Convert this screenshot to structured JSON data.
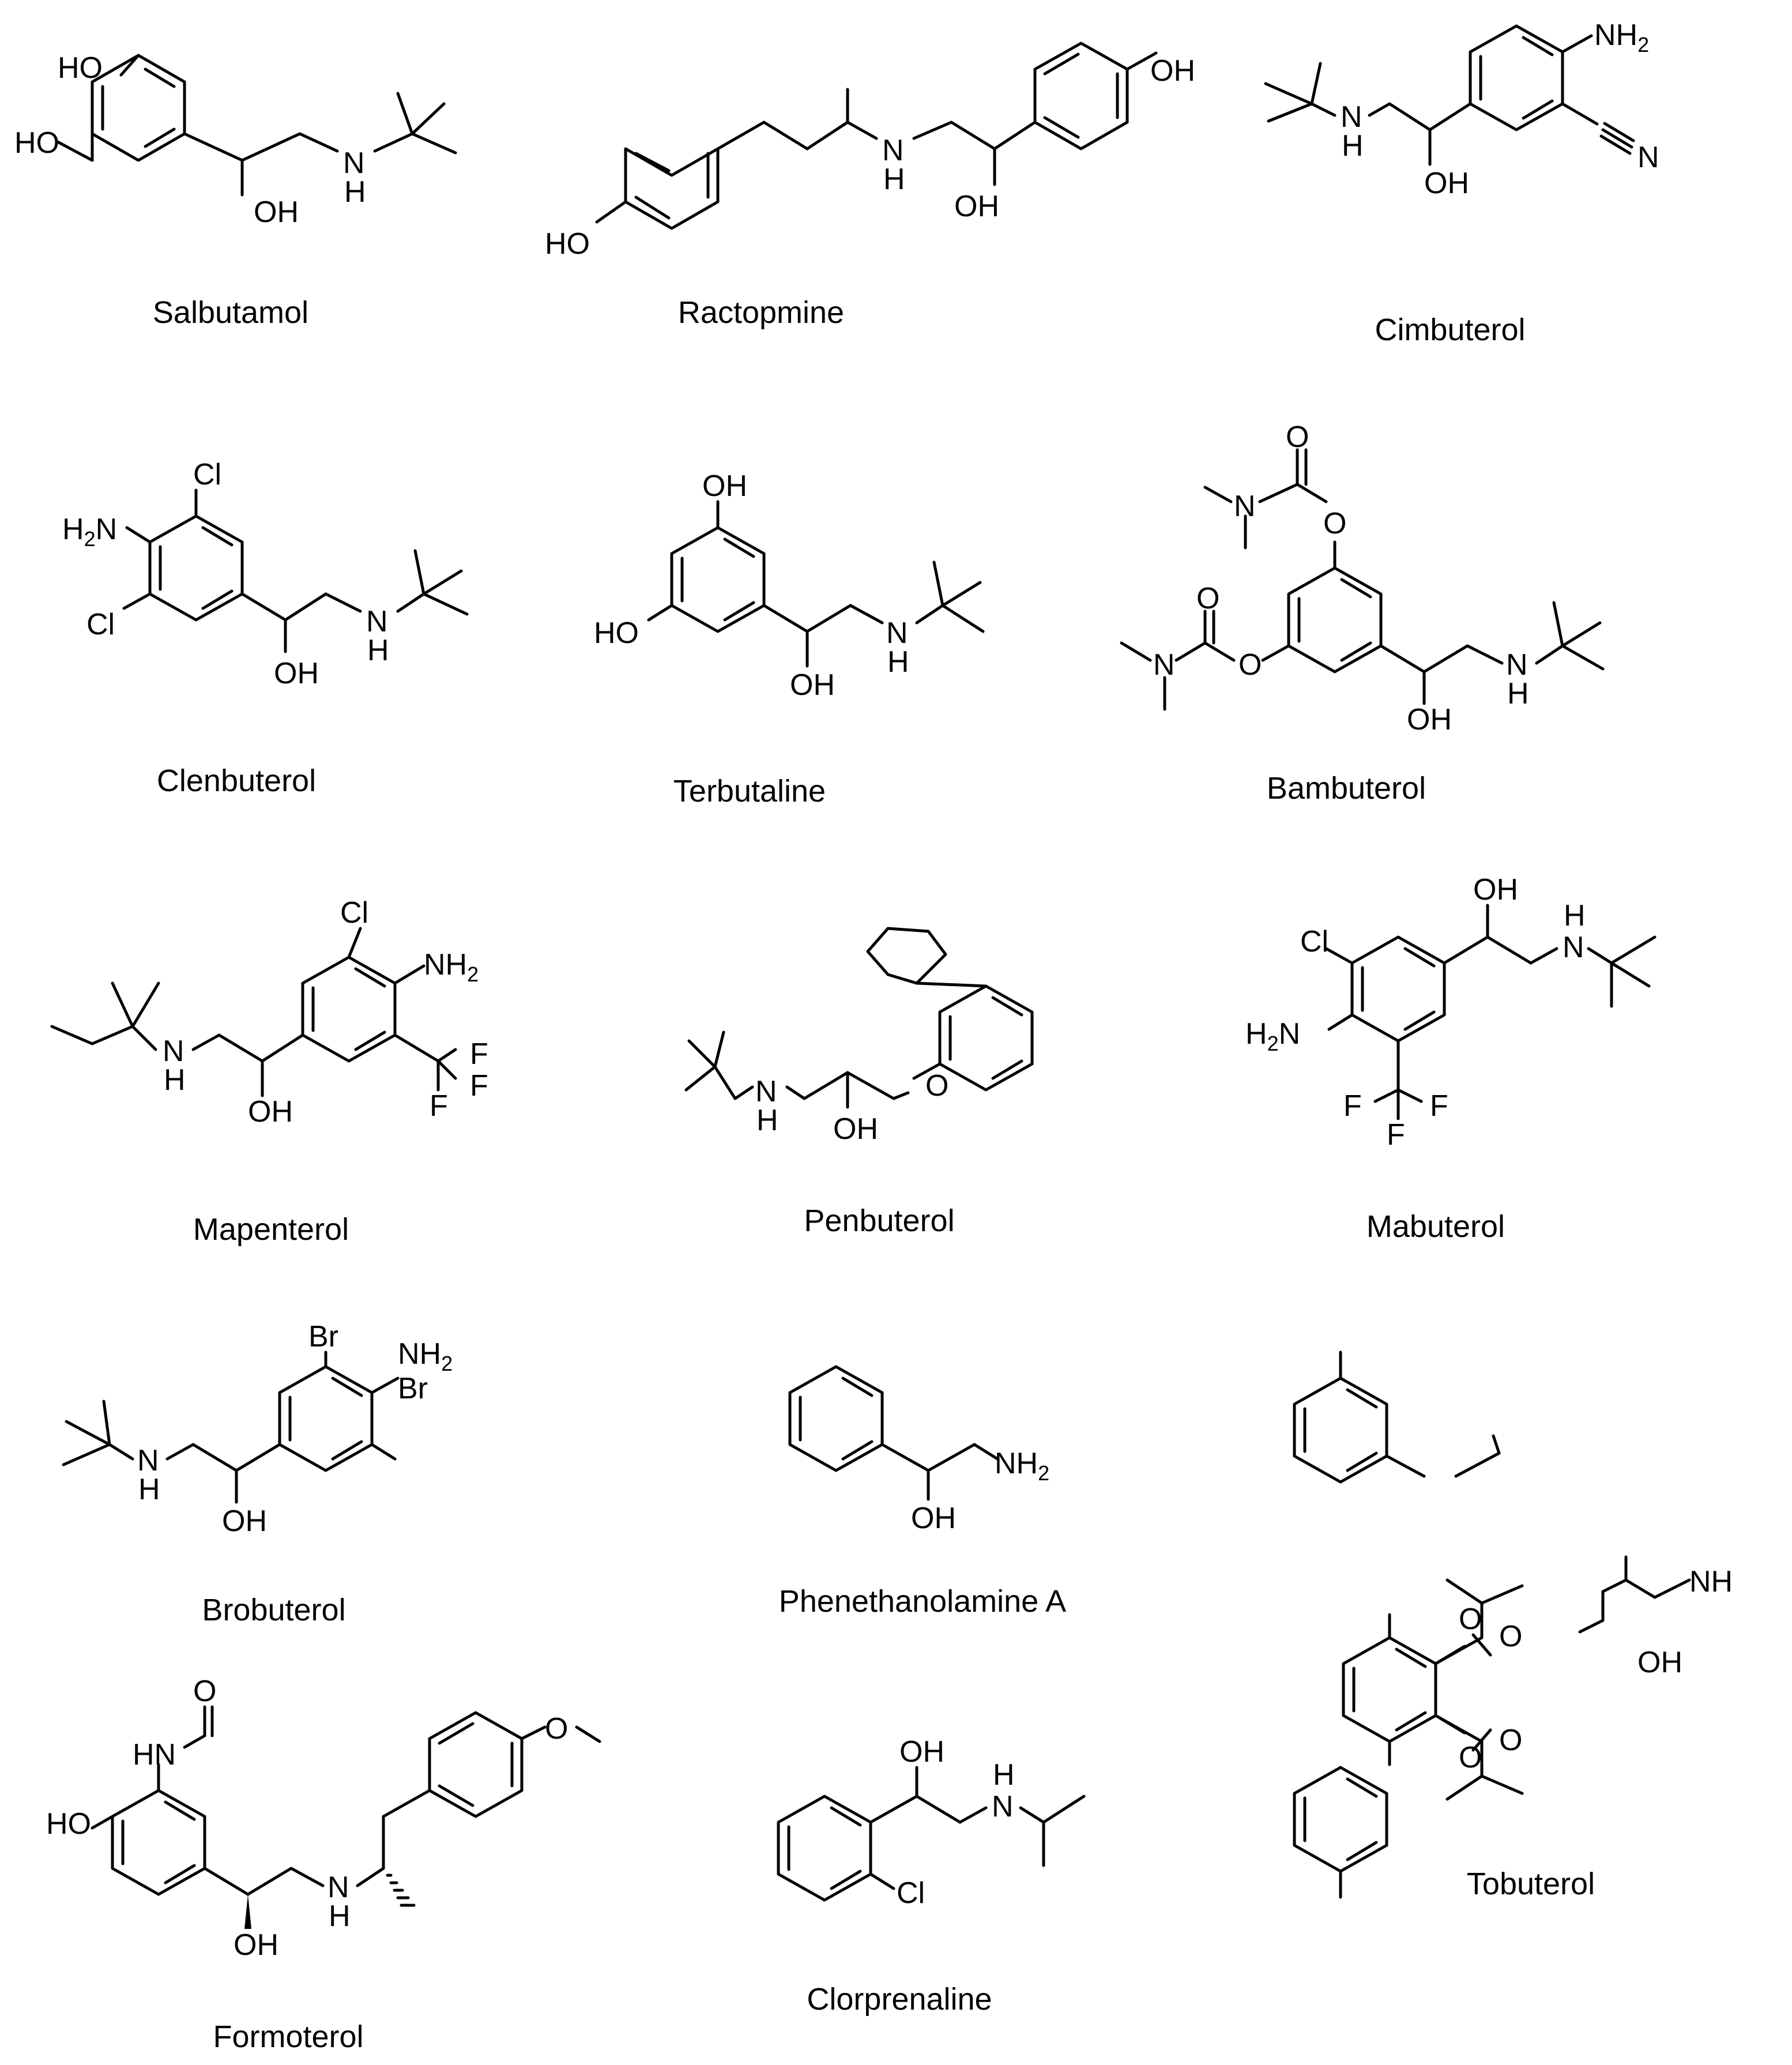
{
  "compounds": [
    {
      "name": "Salbutamol",
      "atoms": {
        "ho_top": "HO",
        "ho_left": "HO",
        "nh_n": "N",
        "nh_h": "H",
        "oh": "OH"
      }
    },
    {
      "name": "Ractopmine",
      "atoms": {
        "ho_left": "HO",
        "oh_right": "OH",
        "nh_n": "N",
        "nh_h": "H",
        "oh": "OH"
      }
    },
    {
      "name": "Cimbuterol",
      "atoms": {
        "nh2": "NH",
        "nh2_sub": "2",
        "n_triple": "N",
        "nh_n": "N",
        "nh_h": "H",
        "oh": "OH"
      }
    },
    {
      "name": "Clenbuterol",
      "atoms": {
        "cl_top": "Cl",
        "cl_bottom": "Cl",
        "h2n": "H",
        "h2n_sub": "2",
        "h2n_n": "N",
        "nh_n": "N",
        "nh_h": "H",
        "oh": "OH"
      }
    },
    {
      "name": "Terbutaline",
      "atoms": {
        "oh_top": "OH",
        "ho_left": "HO",
        "nh_n": "N",
        "nh_h": "H",
        "oh": "OH"
      }
    },
    {
      "name": "Bambuterol",
      "atoms": {
        "o1": "O",
        "o2": "O",
        "n1": "N",
        "o3": "O",
        "o4": "O",
        "n2": "N",
        "nh_n": "N",
        "nh_h": "H",
        "oh": "OH"
      }
    },
    {
      "name": "Mapenterol",
      "atoms": {
        "cl": "Cl",
        "nh2": "NH",
        "nh2_sub": "2",
        "f1": "F",
        "f2": "F",
        "f3": "F",
        "nh_n": "N",
        "nh_h": "H",
        "oh": "OH"
      }
    },
    {
      "name": "Penbuterol",
      "atoms": {
        "o": "O",
        "nh_n": "N",
        "nh_h": "H",
        "oh": "OH"
      }
    },
    {
      "name": "Mabuterol",
      "atoms": {
        "cl": "Cl",
        "h2n": "H",
        "h2n_sub": "2",
        "h2n_n": "N",
        "f1": "F",
        "f2": "F",
        "f3": "F",
        "oh": "OH",
        "nh_h": "H",
        "nh_n": "N"
      }
    },
    {
      "name": "Brobuterol",
      "atoms": {
        "br_top": "Br",
        "br_bottom": "Br",
        "nh2": "NH",
        "nh2_sub": "2",
        "nh_n": "N",
        "nh_h": "H",
        "oh": "OH"
      }
    },
    {
      "name": "Phenethanolamine A",
      "atoms": {
        "nh2": "NH",
        "nh2_sub": "2",
        "oh": "OH"
      }
    },
    {
      "name": "Tobuterol",
      "atoms": {
        "o1": "O",
        "o2": "O",
        "o3": "O",
        "o4": "O",
        "nh": "NH",
        "oh": "OH"
      }
    },
    {
      "name": "Formoterol",
      "atoms": {
        "o_formyl": "O",
        "hn": "HN",
        "ho": "HO",
        "o_meo": "O",
        "nh_n": "N",
        "nh_h": "H",
        "oh": "OH"
      }
    },
    {
      "name": "Clorprenaline",
      "atoms": {
        "oh": "OH",
        "nh_h": "H",
        "nh_n": "N",
        "cl": "Cl"
      }
    }
  ]
}
